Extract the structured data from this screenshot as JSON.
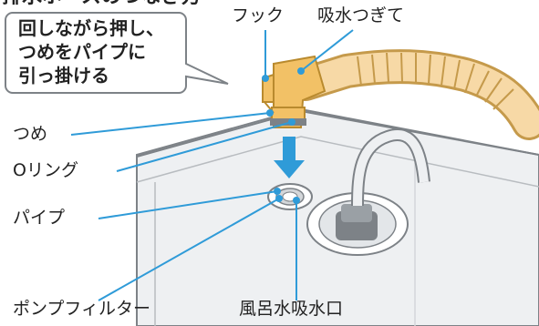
{
  "header_partial": "排水ホースのつなぎ方",
  "callout": {
    "lines": [
      "回しながら押し、",
      "つめをパイプに",
      "引っ掛ける"
    ]
  },
  "labels": {
    "hook": "フック",
    "intake_fitting": "吸水つぎて",
    "claw": "つめ",
    "o_ring": "Oリング",
    "pipe": "パイプ",
    "pump_filter": "ポンプフィルター",
    "bath_intake": "風呂水吸水口"
  },
  "colors": {
    "accent": "#2f9bd8",
    "hose": "#f7d9a6",
    "hose_outline": "#c59a4b",
    "fitting": "#f2c166",
    "machine_body": "#eef0f2",
    "arrow": "#2f9bd8"
  }
}
